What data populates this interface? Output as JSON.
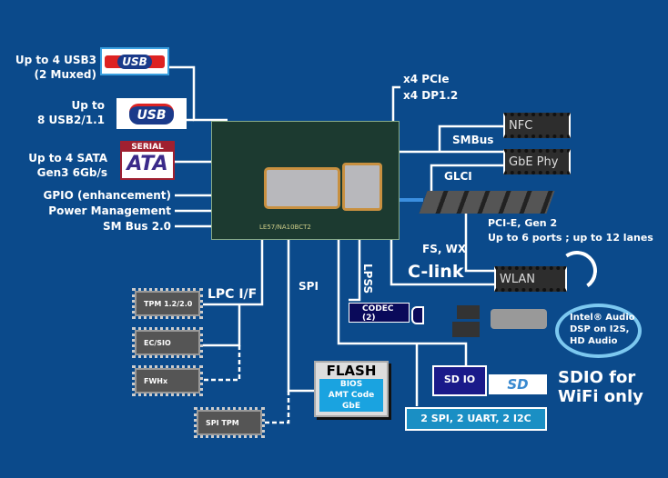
{
  "left_labels": {
    "usb3": [
      "Up to 4 USB3",
      "(2 Muxed)"
    ],
    "usb2": [
      "Up to",
      "8 USB2/1.1"
    ],
    "sata": [
      "Up to 4 SATA",
      "Gen3 6Gb/s"
    ],
    "gpio": "GPIO (enhancement)",
    "power": "Power Management",
    "smbus20": "SM Bus 2.0"
  },
  "logos": {
    "usb3": "USB",
    "usb2": "USB",
    "sata_top": "SERIAL",
    "sata_main": "ATA",
    "sdio": "SD IO",
    "sd": "SD"
  },
  "chip": {
    "marking": "LE57/NA10BCT2"
  },
  "right": {
    "pcie": "x4 PCIe",
    "dp": "x4 DP1.2",
    "smbus": "SMBus",
    "nfc": "NFC",
    "gbe": "GbE Phy",
    "glci": "GLCI",
    "pcie_gen2": [
      "PCI-E, Gen 2",
      "Up to 6 ports ; up to 12 lanes"
    ],
    "fswx": "FS, WX",
    "clink": "C-link",
    "wlan": "WLAN",
    "audio": [
      "Intel® Audio",
      "DSP on I2S,",
      "HD  Audio"
    ],
    "sdio": [
      "SDIO for",
      "WiFi only"
    ],
    "lpss_bus": "2 SPI, 2 UART, 2 I2C"
  },
  "bottom": {
    "lpss": "LPSS",
    "codec": [
      "CODEC",
      "(2)"
    ],
    "spi": "SPI",
    "lpc": "LPC I/F",
    "tpm": "TPM 1.2/2.0",
    "ecsio": "EC/SIO",
    "fwhx": "FWHx",
    "spitpm": "SPI TPM",
    "flash_title": "FLASH",
    "flash_lines": [
      "BIOS",
      "AMT Code",
      "GbE"
    ]
  },
  "colors": {
    "background": "#0b4a8b",
    "flash_inner": "#1aa3e0",
    "lpss_box": "#1a8fc4",
    "codec_box": "#0a0a5a",
    "audio_ring": "#7cc8f0"
  }
}
